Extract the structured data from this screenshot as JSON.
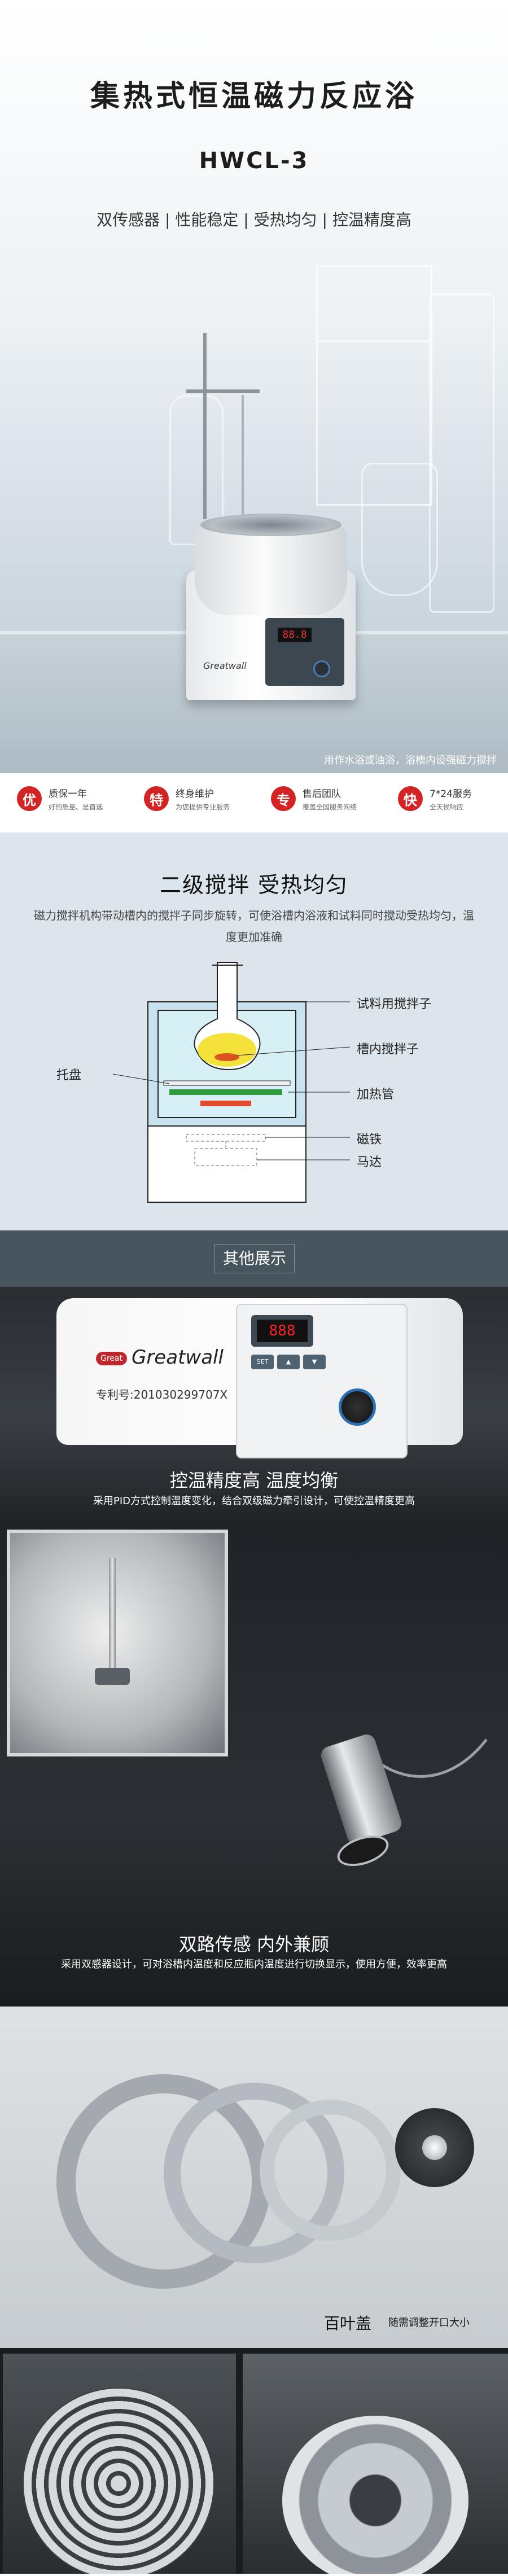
{
  "hero": {
    "title": "集热式恒温磁力反应浴",
    "model": "HWCL-3",
    "subtitle": "双传感器 | 性能稳定 | 受热均匀 | 控温精度高",
    "caption": "用作水浴或油浴，浴槽内设强磁力搅拌",
    "device_logo": "Greatwall",
    "device_display": "88.8"
  },
  "services": [
    {
      "badge": "优",
      "title": "质保一年",
      "desc": "好的质量、是首选"
    },
    {
      "badge": "特",
      "title": "终身维护",
      "desc": "为您提供专业服务"
    },
    {
      "badge": "专",
      "title": "售后团队",
      "desc": "覆盖全国服务网络"
    },
    {
      "badge": "快",
      "title": "7*24服务",
      "desc": "全天候响应"
    }
  ],
  "stirring": {
    "title": "二级搅拌  受热均匀",
    "description": "磁力搅拌机构带动槽内的搅拌子同步旋转，可使浴槽内浴液和试料同时搅动受热均匀，温度更加准确",
    "labels": {
      "tray": "托盘",
      "sample_stirrer": "试料用搅拌子",
      "tank_stirrer": "槽内搅拌子",
      "heater": "加热管",
      "magnet": "磁铁",
      "motor": "马达"
    }
  },
  "other": {
    "title": "其他展示"
  },
  "panel": {
    "logo_badge": "Great",
    "logo": "Greatwall",
    "patent": "专利号:201030299707X",
    "display": "888",
    "buttons": [
      "SET",
      "▲",
      "▼"
    ],
    "title": "控温精度高  温度均衡",
    "desc": "采用PID方式控制温度变化，结合双级磁力牵引设计，可使控温精度更高"
  },
  "sensor": {
    "title": "双路传感  内外兼顾",
    "desc": "采用双感器设计，可对浴槽内温度和反应瓶内温度进行切换显示，使用方便，效率更高"
  },
  "lid": {
    "title": "百叶盖",
    "desc": "随需调整开口大小"
  }
}
